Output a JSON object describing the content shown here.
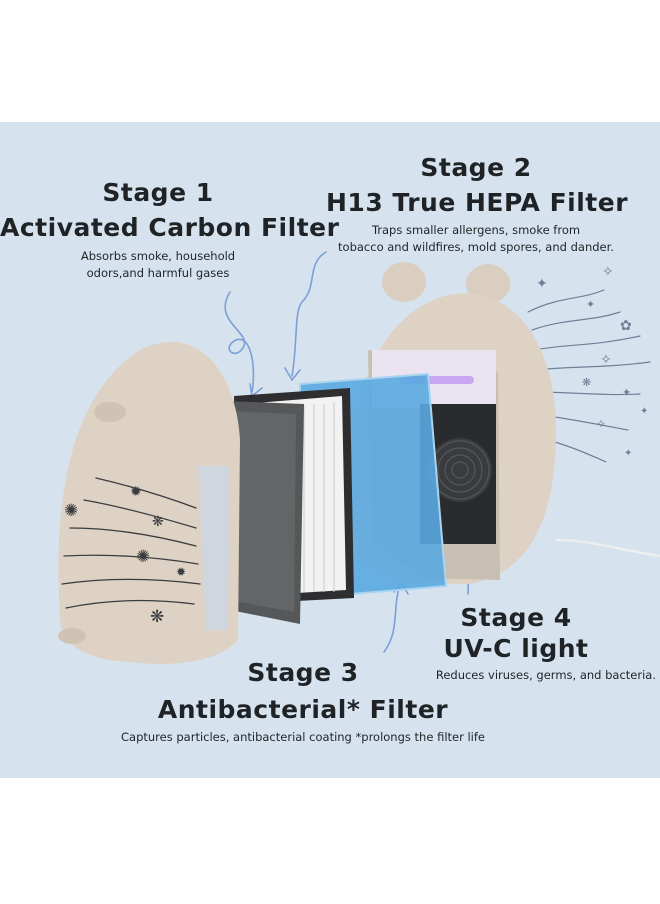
{
  "colors": {
    "background": "#d6e3ef",
    "purifier_body": "#ddd2c4",
    "accent_lines": "#7d9fd6",
    "text": "#1f2326"
  },
  "stages": {
    "stage1": {
      "title": "Stage 1",
      "subtitle": "Activated Carbon Filter",
      "desc_line1": "Absorbs smoke, household",
      "desc_line2": "odors,and harmful gases"
    },
    "stage2": {
      "title": "Stage 2",
      "subtitle": "H13 True HEPA Filter",
      "desc_line1": "Traps smaller allergens, smoke from",
      "desc_line2": "tobacco and wildfires, mold spores, and dander."
    },
    "stage3": {
      "title": "Stage 3",
      "subtitle": "Antibacterial* Filter",
      "desc_line1": "Captures particles, antibacterial coating *prolongs the filter life"
    },
    "stage4": {
      "title": "Stage 4",
      "subtitle": "UV-C light",
      "desc_line1": "Reduces viruses, germs, and bacteria."
    }
  },
  "icons": [
    "germ-icon",
    "sparkle-icon",
    "curved-arrow-icon"
  ]
}
